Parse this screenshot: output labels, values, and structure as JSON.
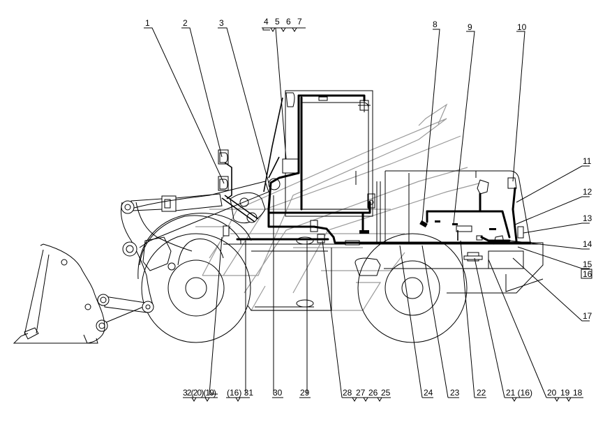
{
  "diagram": {
    "subject": "Wheel loader electrical wiring layout (side view)",
    "watermark": "grey diagonal parallelogram logo",
    "colors": {
      "line": "#000000",
      "watermark": "#9a9a9a",
      "background": "#ffffff"
    },
    "callouts_top": [
      {
        "id": "c1",
        "label": "1"
      },
      {
        "id": "c2",
        "label": "2"
      },
      {
        "id": "c3",
        "label": "3"
      },
      {
        "id": "c4567",
        "labels": [
          "4",
          "5",
          "6",
          "7"
        ]
      },
      {
        "id": "c8",
        "label": "8"
      },
      {
        "id": "c9",
        "label": "9"
      },
      {
        "id": "c10",
        "label": "10"
      }
    ],
    "callouts_right": [
      {
        "id": "c11",
        "label": "11"
      },
      {
        "id": "c12",
        "label": "12"
      },
      {
        "id": "c13",
        "label": "13"
      },
      {
        "id": "c14",
        "label": "14"
      },
      {
        "id": "c15",
        "label": "15",
        "sub": "16"
      },
      {
        "id": "c17",
        "label": "17"
      }
    ],
    "callouts_bottom": [
      {
        "id": "c32",
        "text": "32(20)(19)"
      },
      {
        "id": "c31",
        "text": "(16) 31"
      },
      {
        "id": "c30",
        "text": "30"
      },
      {
        "id": "c29",
        "text": "29"
      },
      {
        "id": "c25_28",
        "labels": [
          "28",
          "27",
          "26",
          "25"
        ]
      },
      {
        "id": "c24",
        "text": "24"
      },
      {
        "id": "c23",
        "text": "23"
      },
      {
        "id": "c22",
        "text": "22"
      },
      {
        "id": "c21",
        "text": "21 (16)"
      },
      {
        "id": "c18_20",
        "labels": [
          "20",
          "19",
          "18"
        ]
      }
    ]
  }
}
